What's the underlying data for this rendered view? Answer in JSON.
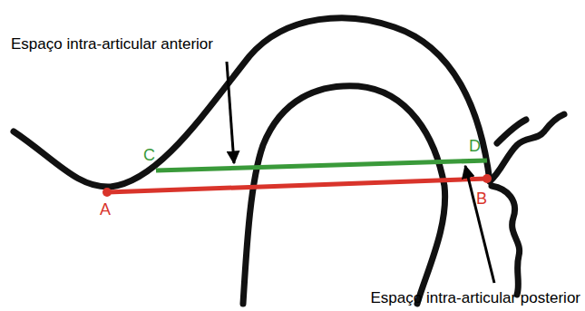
{
  "diagram": {
    "labels": [
      "Espaço intra-articular anterior",
      "C",
      "D",
      "A",
      "B",
      "Espaço intra-articular posterior"
    ]
  }
}
